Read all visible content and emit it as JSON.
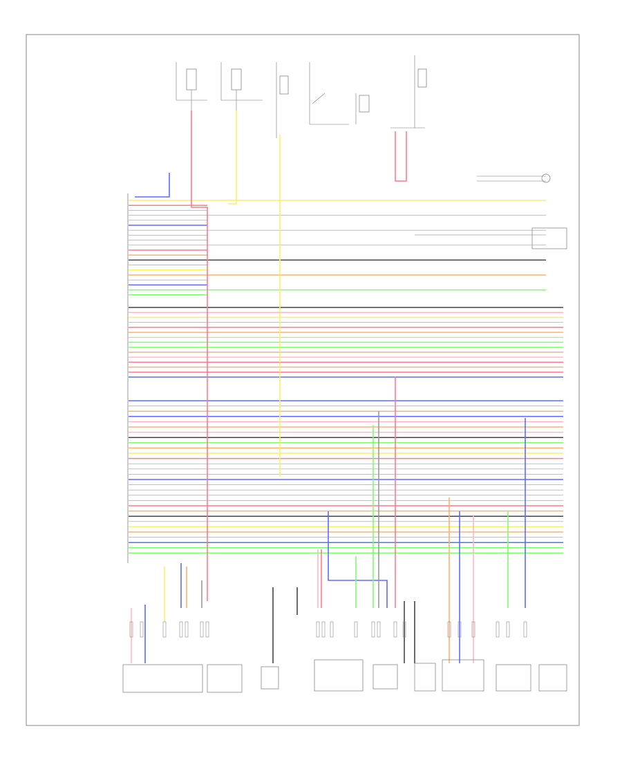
{
  "page": {
    "footer_code": ""
  },
  "colors": {
    "red": "#ff7a8a",
    "yellow": "#ffee66",
    "blue": "#5a6cff",
    "green": "#7dff6a",
    "orange": "#ffb070",
    "pink": "#ffb8c4",
    "gray": "#999999",
    "black": "#444444",
    "tan": "#f0e0b0"
  },
  "top_components": [
    {
      "id": "fuse-a"
    },
    {
      "id": "fuse-b"
    },
    {
      "id": "relay-a"
    },
    {
      "id": "switch-a"
    },
    {
      "id": "fuse-c"
    }
  ],
  "left_connector_rows": 75,
  "bottom_components": [
    {
      "id": "seat-belt-pretensioner-left"
    },
    {
      "id": "seat-belt-pretensioner-right"
    },
    {
      "id": "switch-module"
    },
    {
      "id": "occupant-sensor"
    },
    {
      "id": "side-sensor-left"
    },
    {
      "id": "side-sensor-right"
    },
    {
      "id": "front-sensor"
    },
    {
      "id": "rear-sensor"
    },
    {
      "id": "impact-sensor"
    }
  ]
}
